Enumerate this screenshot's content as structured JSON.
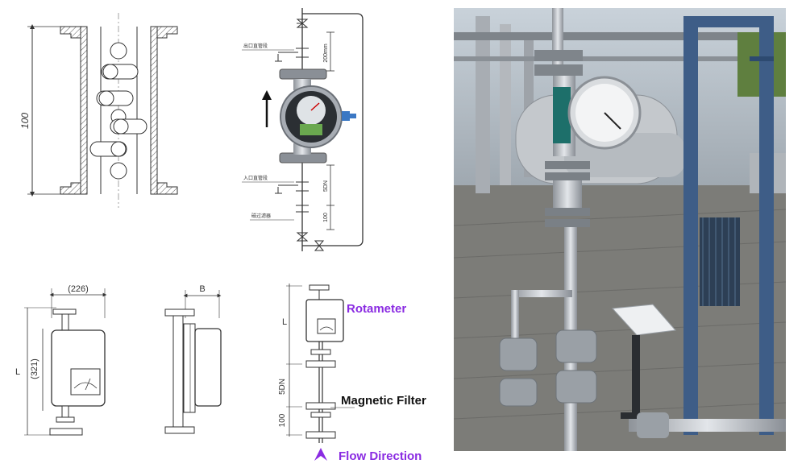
{
  "drawing_a": {
    "dim_height": "100"
  },
  "drawing_b": {
    "outlet_label": "出口直管段",
    "inlet_label": "入口直管段",
    "filter_label": "磁过滤器",
    "dim_top": "200mm",
    "dim_mid": "5DN",
    "dim_bottom": "100"
  },
  "drawing_c": {
    "dim_width": "(226)",
    "dim_height": "(321)",
    "dim_length": "L"
  },
  "drawing_d": {
    "dim_width": "B"
  },
  "drawing_e": {
    "dim_l": "L",
    "dim_5dn": "5DN",
    "dim_100": "100",
    "label_rotameter": "Rotameter",
    "label_filter": "Magnetic Filter",
    "label_flow": "Flow Direction"
  },
  "colors": {
    "accent_purple": "#8a2be2",
    "line": "#333333",
    "photo_bg": "#7d8590"
  }
}
